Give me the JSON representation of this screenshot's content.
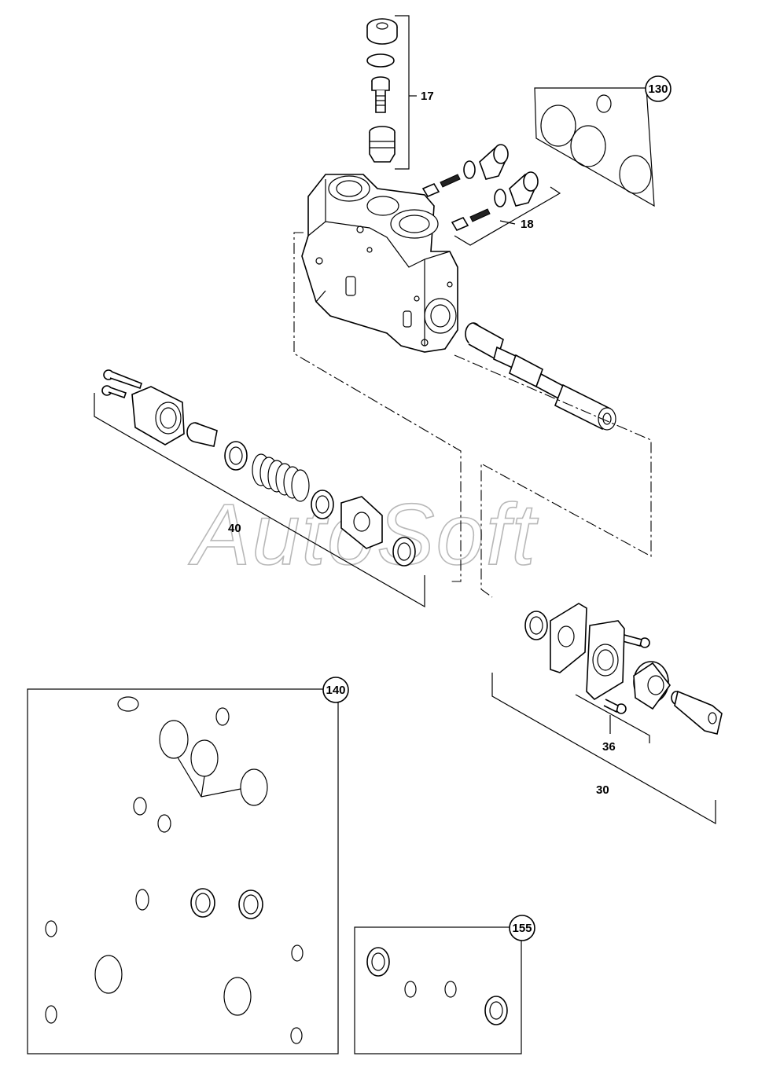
{
  "watermark": "AutoSoft",
  "labels": {
    "l17": "17",
    "l18": "18",
    "l30": "30",
    "l36": "36",
    "l40": "40"
  },
  "callouts": {
    "c130": "130",
    "c140": "140",
    "c155": "155"
  }
}
